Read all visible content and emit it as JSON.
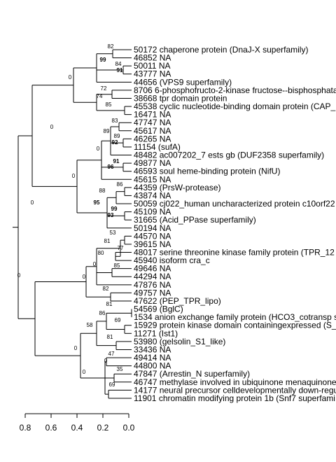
{
  "axis": {
    "ticks": [
      "0.8",
      "0.6",
      "0.4",
      "0.2",
      "0.0"
    ]
  },
  "leaves": [
    "50172 chaperone protein (DnaJ-X superfamily)",
    "46852 NA",
    "50011 NA",
    "43777 NA",
    "44656 (VPS9 superfamily)",
    "8706 6-phosphofructo-2-kinase fructose--bisphosphata",
    "38668 tpr domain protein",
    "45538 cyclic nucleotide-binding domain protein (CAP_",
    "16471 NA",
    "47747 NA",
    "45617 NA",
    "46265 NA",
    "11154 (sufA)",
    "48482 ac007202_7 ests gb (DUF2358 superfamily)",
    "49877 NA",
    "46593 soul heme-binding protein (NifU)",
    "45615 NA",
    "44359 (PrsW-protease)",
    "43874 NA",
    "50059 cj022_human uncharacterized protein c10orf22",
    "45109 NA",
    "31665 (Acid_PPase superfamily)",
    "50194 NA",
    "44570 NA",
    "39615 NA",
    "48017 serine threonine kinase family protein (TPR_12",
    "45940 isoform cra_c",
    "49646 NA",
    "44294 NA",
    "47876 NA",
    "49757 NA",
    "47622 (PEP_TPR_lipo)",
    "54569 (BglC)",
    "1534 anion exchange family protein (HCO3_cotransp s",
    "15929 protein kinase domain containingexpressed (S_",
    "11271 (Ist1)",
    "53980 (gelsolin_S1_like)",
    "33436 NA",
    "49414 NA",
    "44800 NA",
    "47847 (Arrestin_N superfamily)",
    "46747 methylase involved in ubiquinone menaquinone",
    "14177 neural precursor celldevelopmentally down-regu",
    "11901 chromatin modifying protein 1b (Snf7 superfami"
  ],
  "branch_labels": [
    {
      "text": "82",
      "bold": false
    },
    {
      "text": "99",
      "bold": true
    },
    {
      "text": "84",
      "bold": false
    },
    {
      "text": "91",
      "bold": true
    },
    {
      "text": "0",
      "bold": false
    },
    {
      "text": "72",
      "bold": false
    },
    {
      "text": "74",
      "bold": false
    },
    {
      "text": "85",
      "bold": false
    },
    {
      "text": "0",
      "bold": false
    },
    {
      "text": "83",
      "bold": false
    },
    {
      "text": "89",
      "bold": false
    },
    {
      "text": "89",
      "bold": false
    },
    {
      "text": "92",
      "bold": true
    },
    {
      "text": "0",
      "bold": false
    },
    {
      "text": "91",
      "bold": true
    },
    {
      "text": "96",
      "bold": true
    },
    {
      "text": "0",
      "bold": false
    },
    {
      "text": "86",
      "bold": false
    },
    {
      "text": "88",
      "bold": false
    },
    {
      "text": "99",
      "bold": true
    },
    {
      "text": "93",
      "bold": true
    },
    {
      "text": "95",
      "bold": true
    },
    {
      "text": "0",
      "bold": false
    },
    {
      "text": "53",
      "bold": false
    },
    {
      "text": "81",
      "bold": false
    },
    {
      "text": "77",
      "bold": false
    },
    {
      "text": "80",
      "bold": false
    },
    {
      "text": "85",
      "bold": false
    },
    {
      "text": "0",
      "bold": false
    },
    {
      "text": "0",
      "bold": false
    },
    {
      "text": "82",
      "bold": false
    },
    {
      "text": "0",
      "bold": false
    },
    {
      "text": "81",
      "bold": false
    },
    {
      "text": "86",
      "bold": false
    },
    {
      "text": "69",
      "bold": false
    },
    {
      "text": "58",
      "bold": false
    },
    {
      "text": "81",
      "bold": false
    },
    {
      "text": "47",
      "bold": false
    },
    {
      "text": "0",
      "bold": false
    },
    {
      "text": "35",
      "bold": false
    },
    {
      "text": "0",
      "bold": false
    },
    {
      "text": "69",
      "bold": false
    },
    {
      "text": "0",
      "bold": false
    },
    {
      "text": "0",
      "bold": false
    }
  ]
}
